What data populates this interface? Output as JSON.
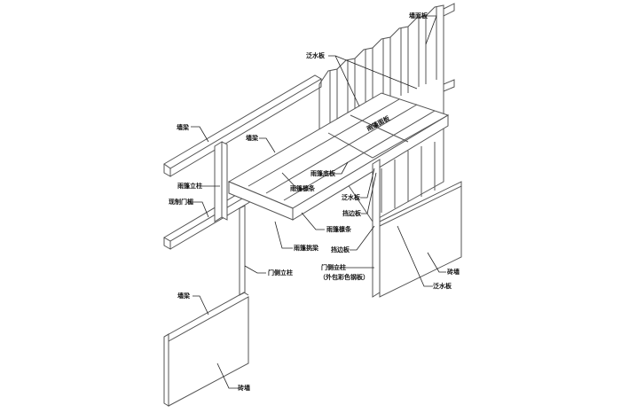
{
  "labels": {
    "wall_panel": "墙面板",
    "flashing_top": "泛水板",
    "canopy_panel": "雨篷面板",
    "wall_beam_left": "墙梁",
    "wall_beam_mid": "墙梁",
    "canopy_bottom_plate": "雨篷底板",
    "canopy_column": "雨篷立柱",
    "canopy_purlin_1": "雨篷檩条",
    "flashing_mid": "泛水板",
    "door_lintel": "现制门楣",
    "edge_plate_1": "挡边板",
    "canopy_purlin_2": "雨篷檩条",
    "canopy_cantilever_beam": "雨篷挑梁",
    "edge_plate_2": "挡边板",
    "door_side_column_left": "门侧立柱",
    "door_side_column_right": "门侧立柱",
    "door_side_column_note": "（外包彩色钢板）",
    "brick_wall_right": "砖墙",
    "flashing_bottom": "泛水板",
    "wall_beam_lower": "墙梁",
    "brick_wall_left": "砖墙"
  }
}
